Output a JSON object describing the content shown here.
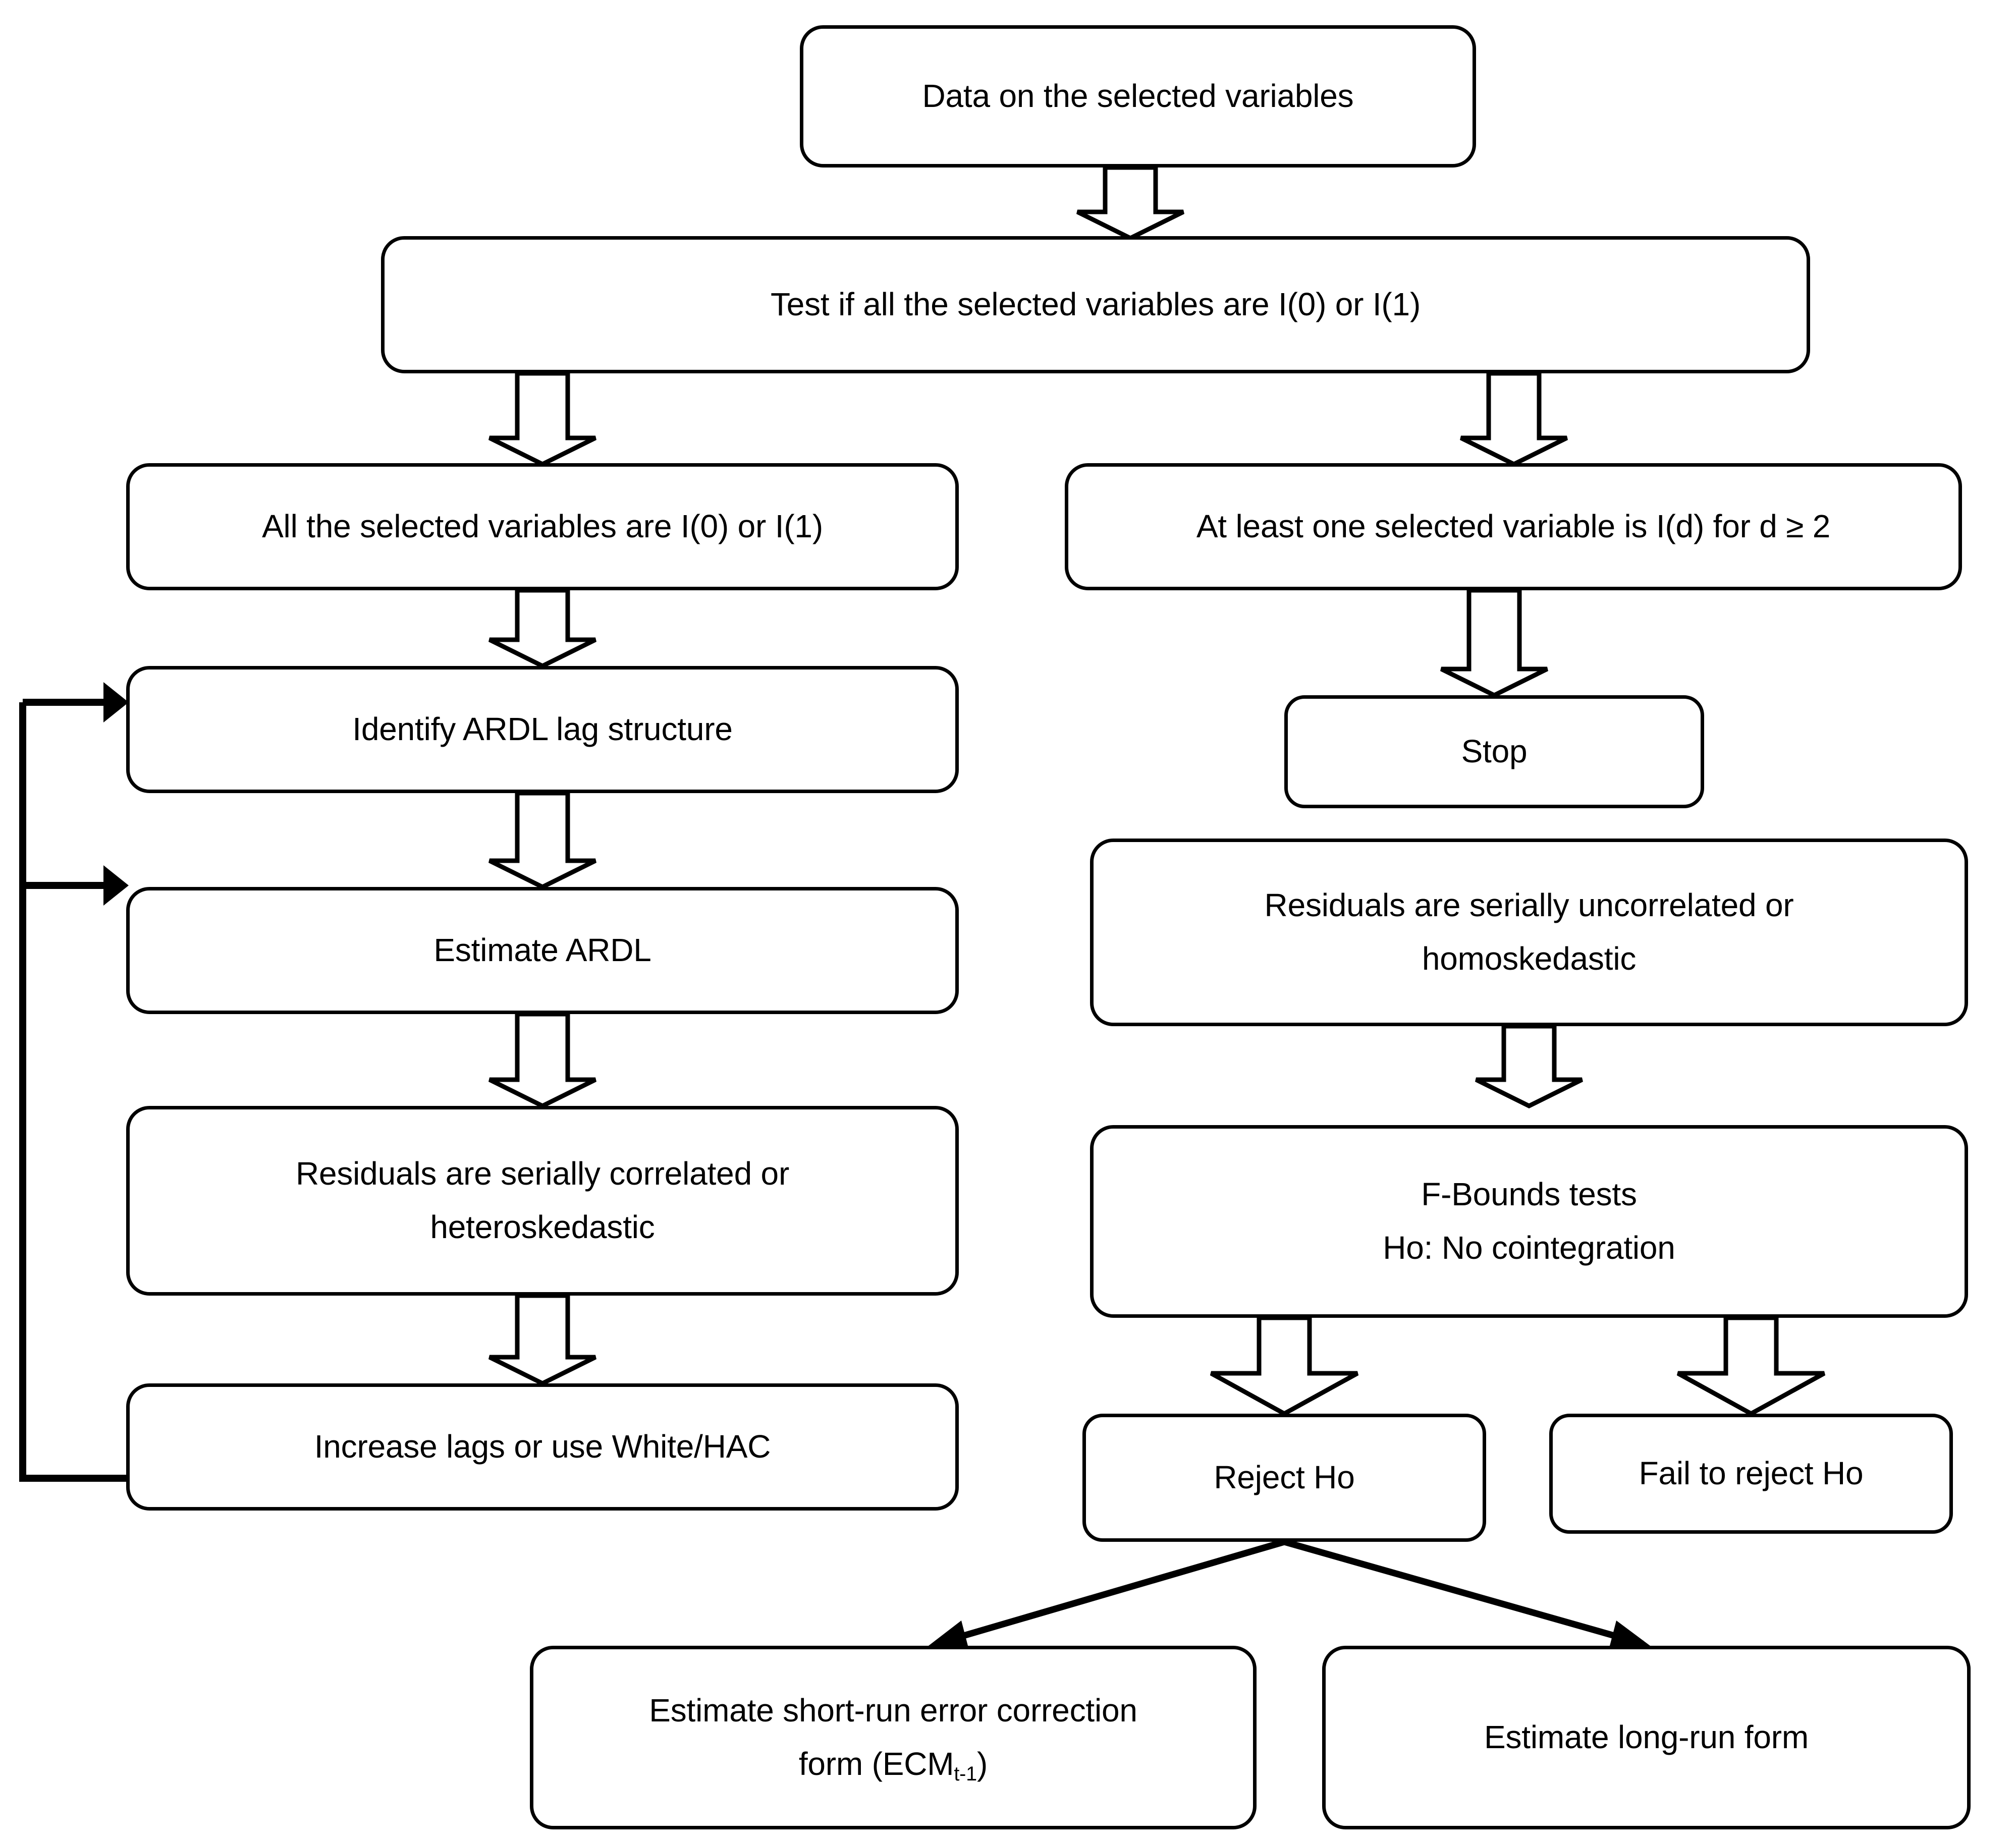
{
  "diagram": {
    "title": "ARDL bounds testing procedure flowchart",
    "style": {
      "stroke_color": "#000000",
      "fill_color": "#ffffff",
      "background": "#ffffff"
    },
    "nodes": {
      "data": {
        "label": "Data on the selected variables"
      },
      "test": {
        "label": "Test if all the selected variables are I(0) or I(1)"
      },
      "all_i0_i1": {
        "label": "All the selected variables are I(0) or I(1)"
      },
      "at_least_one": {
        "label": "At least one selected variable is I(d) for d ≥ 2"
      },
      "identify_lag": {
        "label": "Identify ARDL lag structure"
      },
      "stop": {
        "label": "Stop"
      },
      "estimate_ardl": {
        "label": "Estimate ARDL"
      },
      "residuals_uncorrelated": {
        "line1": "Residuals are serially uncorrelated or",
        "line2": "homoskedastic"
      },
      "residuals_correlated": {
        "line1": "Residuals are serially correlated or",
        "line2": "heteroskedastic"
      },
      "fbounds": {
        "line1": "F-Bounds tests",
        "line2": "Ho: No cointegration"
      },
      "increase_lags": {
        "label": "Increase lags or use White/HAC"
      },
      "reject_ho": {
        "label": "Reject Ho"
      },
      "fail_reject_ho": {
        "label": "Fail to reject Ho"
      },
      "ecm_form": {
        "line1": "Estimate short-run error correction",
        "line2_pre": "form (ECM",
        "line2_sub": "t-1",
        "line2_post": ")"
      },
      "long_run_form": {
        "label": "Estimate long-run form"
      }
    },
    "edges": [
      {
        "from": "data",
        "to": "test",
        "type": "block-arrow-down"
      },
      {
        "from": "test",
        "to": "all_i0_i1",
        "type": "block-arrow-down"
      },
      {
        "from": "test",
        "to": "at_least_one",
        "type": "block-arrow-down"
      },
      {
        "from": "all_i0_i1",
        "to": "identify_lag",
        "type": "block-arrow-down"
      },
      {
        "from": "at_least_one",
        "to": "stop",
        "type": "block-arrow-down"
      },
      {
        "from": "identify_lag",
        "to": "estimate_ardl",
        "type": "block-arrow-down"
      },
      {
        "from": "estimate_ardl",
        "to": "residuals_correlated",
        "type": "block-arrow-down"
      },
      {
        "from": "residuals_correlated",
        "to": "increase_lags",
        "type": "block-arrow-down"
      },
      {
        "from": "increase_lags",
        "to": "identify_lag",
        "type": "feedback-line-left"
      },
      {
        "from": "increase_lags",
        "to": "estimate_ardl",
        "type": "feedback-line-left"
      },
      {
        "from": "residuals_uncorrelated",
        "to": "fbounds",
        "type": "block-arrow-down"
      },
      {
        "from": "fbounds",
        "to": "reject_ho",
        "type": "block-arrow-down"
      },
      {
        "from": "fbounds",
        "to": "fail_reject_ho",
        "type": "block-arrow-down"
      },
      {
        "from": "reject_ho",
        "to": "ecm_form",
        "type": "thin-arrow-diagonal"
      },
      {
        "from": "reject_ho",
        "to": "long_run_form",
        "type": "thin-arrow-diagonal"
      }
    ]
  }
}
